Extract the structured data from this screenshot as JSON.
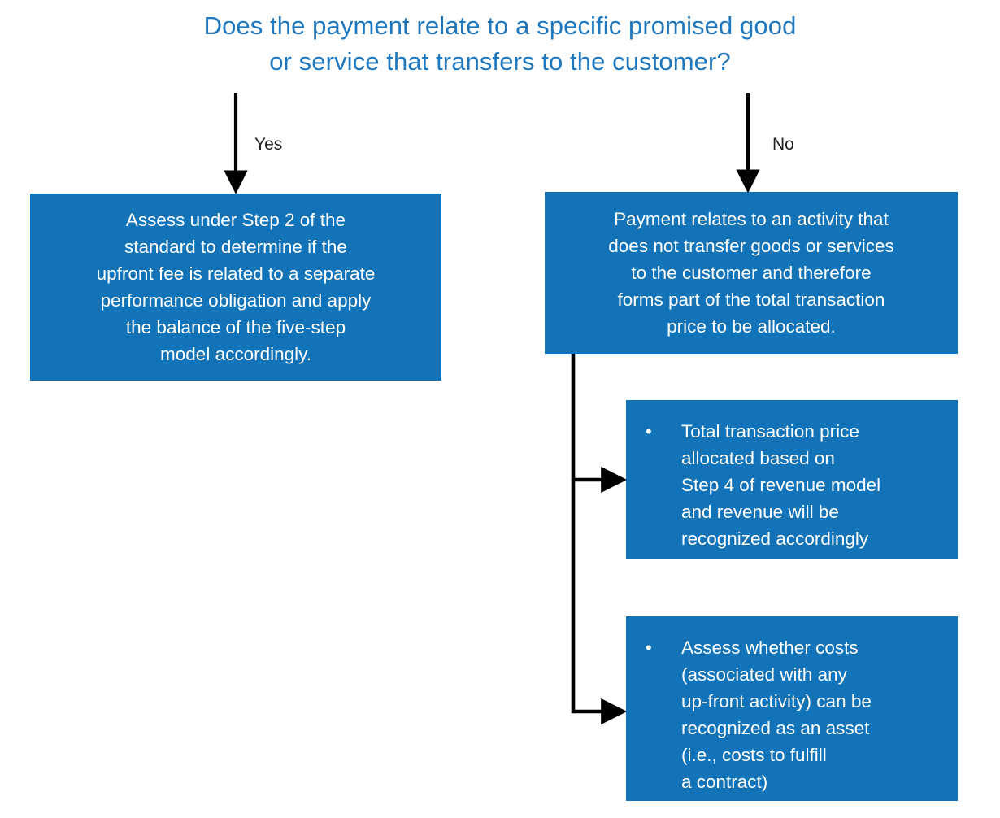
{
  "diagram": {
    "title": "Does the payment relate to a specific promised good\nor service that transfers to the customer?",
    "title_color": "#1f78be",
    "box_color": "#1273b8",
    "box_text_color": "#ffffff",
    "connector_color": "#000000",
    "background": "#ffffff",
    "edges": [
      {
        "label": "Yes"
      },
      {
        "label": "No"
      }
    ],
    "nodes": {
      "yes_branch": {
        "text": "Assess under Step 2 of the\nstandard to determine if the\nupfront fee is related to a separate\nperformance obligation and apply\nthe balance of the five-step\nmodel accordingly."
      },
      "no_branch": {
        "text": "Payment relates to an activity that\ndoes not transfer goods or services\nto the customer and therefore\nforms part of the total transaction\nprice to be allocated."
      },
      "outcome_1": {
        "bullet": "•",
        "text": "Total transaction price\nallocated based on\nStep 4 of revenue model\nand revenue will be\nrecognized accordingly"
      },
      "outcome_2": {
        "bullet": "•",
        "text": "Assess whether costs\n(associated  with any\nup-front activity) can be\nrecognized as an asset\n(i.e., costs to fulfill\na contract)"
      }
    }
  }
}
